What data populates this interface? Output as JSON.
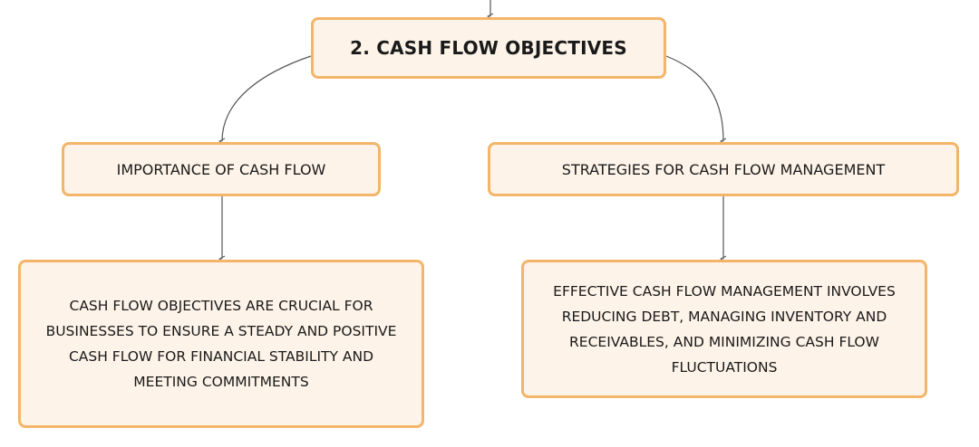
{
  "colors": {
    "node_fill": "#fdf3e8",
    "node_border": "#f3b56a",
    "connector": "#555555",
    "text": "#1a1a1a"
  },
  "root": {
    "label": "2. CASH FLOW OBJECTIVES"
  },
  "branches": [
    {
      "label": "IMPORTANCE OF CASH FLOW",
      "detail": "CASH FLOW OBJECTIVES ARE CRUCIAL FOR BUSINESSES TO ENSURE A STEADY AND POSITIVE CASH FLOW FOR FINANCIAL STABILITY AND MEETING COMMITMENTS"
    },
    {
      "label": "STRATEGIES FOR CASH FLOW MANAGEMENT",
      "detail": "EFFECTIVE CASH FLOW MANAGEMENT INVOLVES REDUCING DEBT, MANAGING INVENTORY AND RECEIVABLES, AND MINIMIZING CASH FLOW FLUCTUATIONS"
    }
  ]
}
